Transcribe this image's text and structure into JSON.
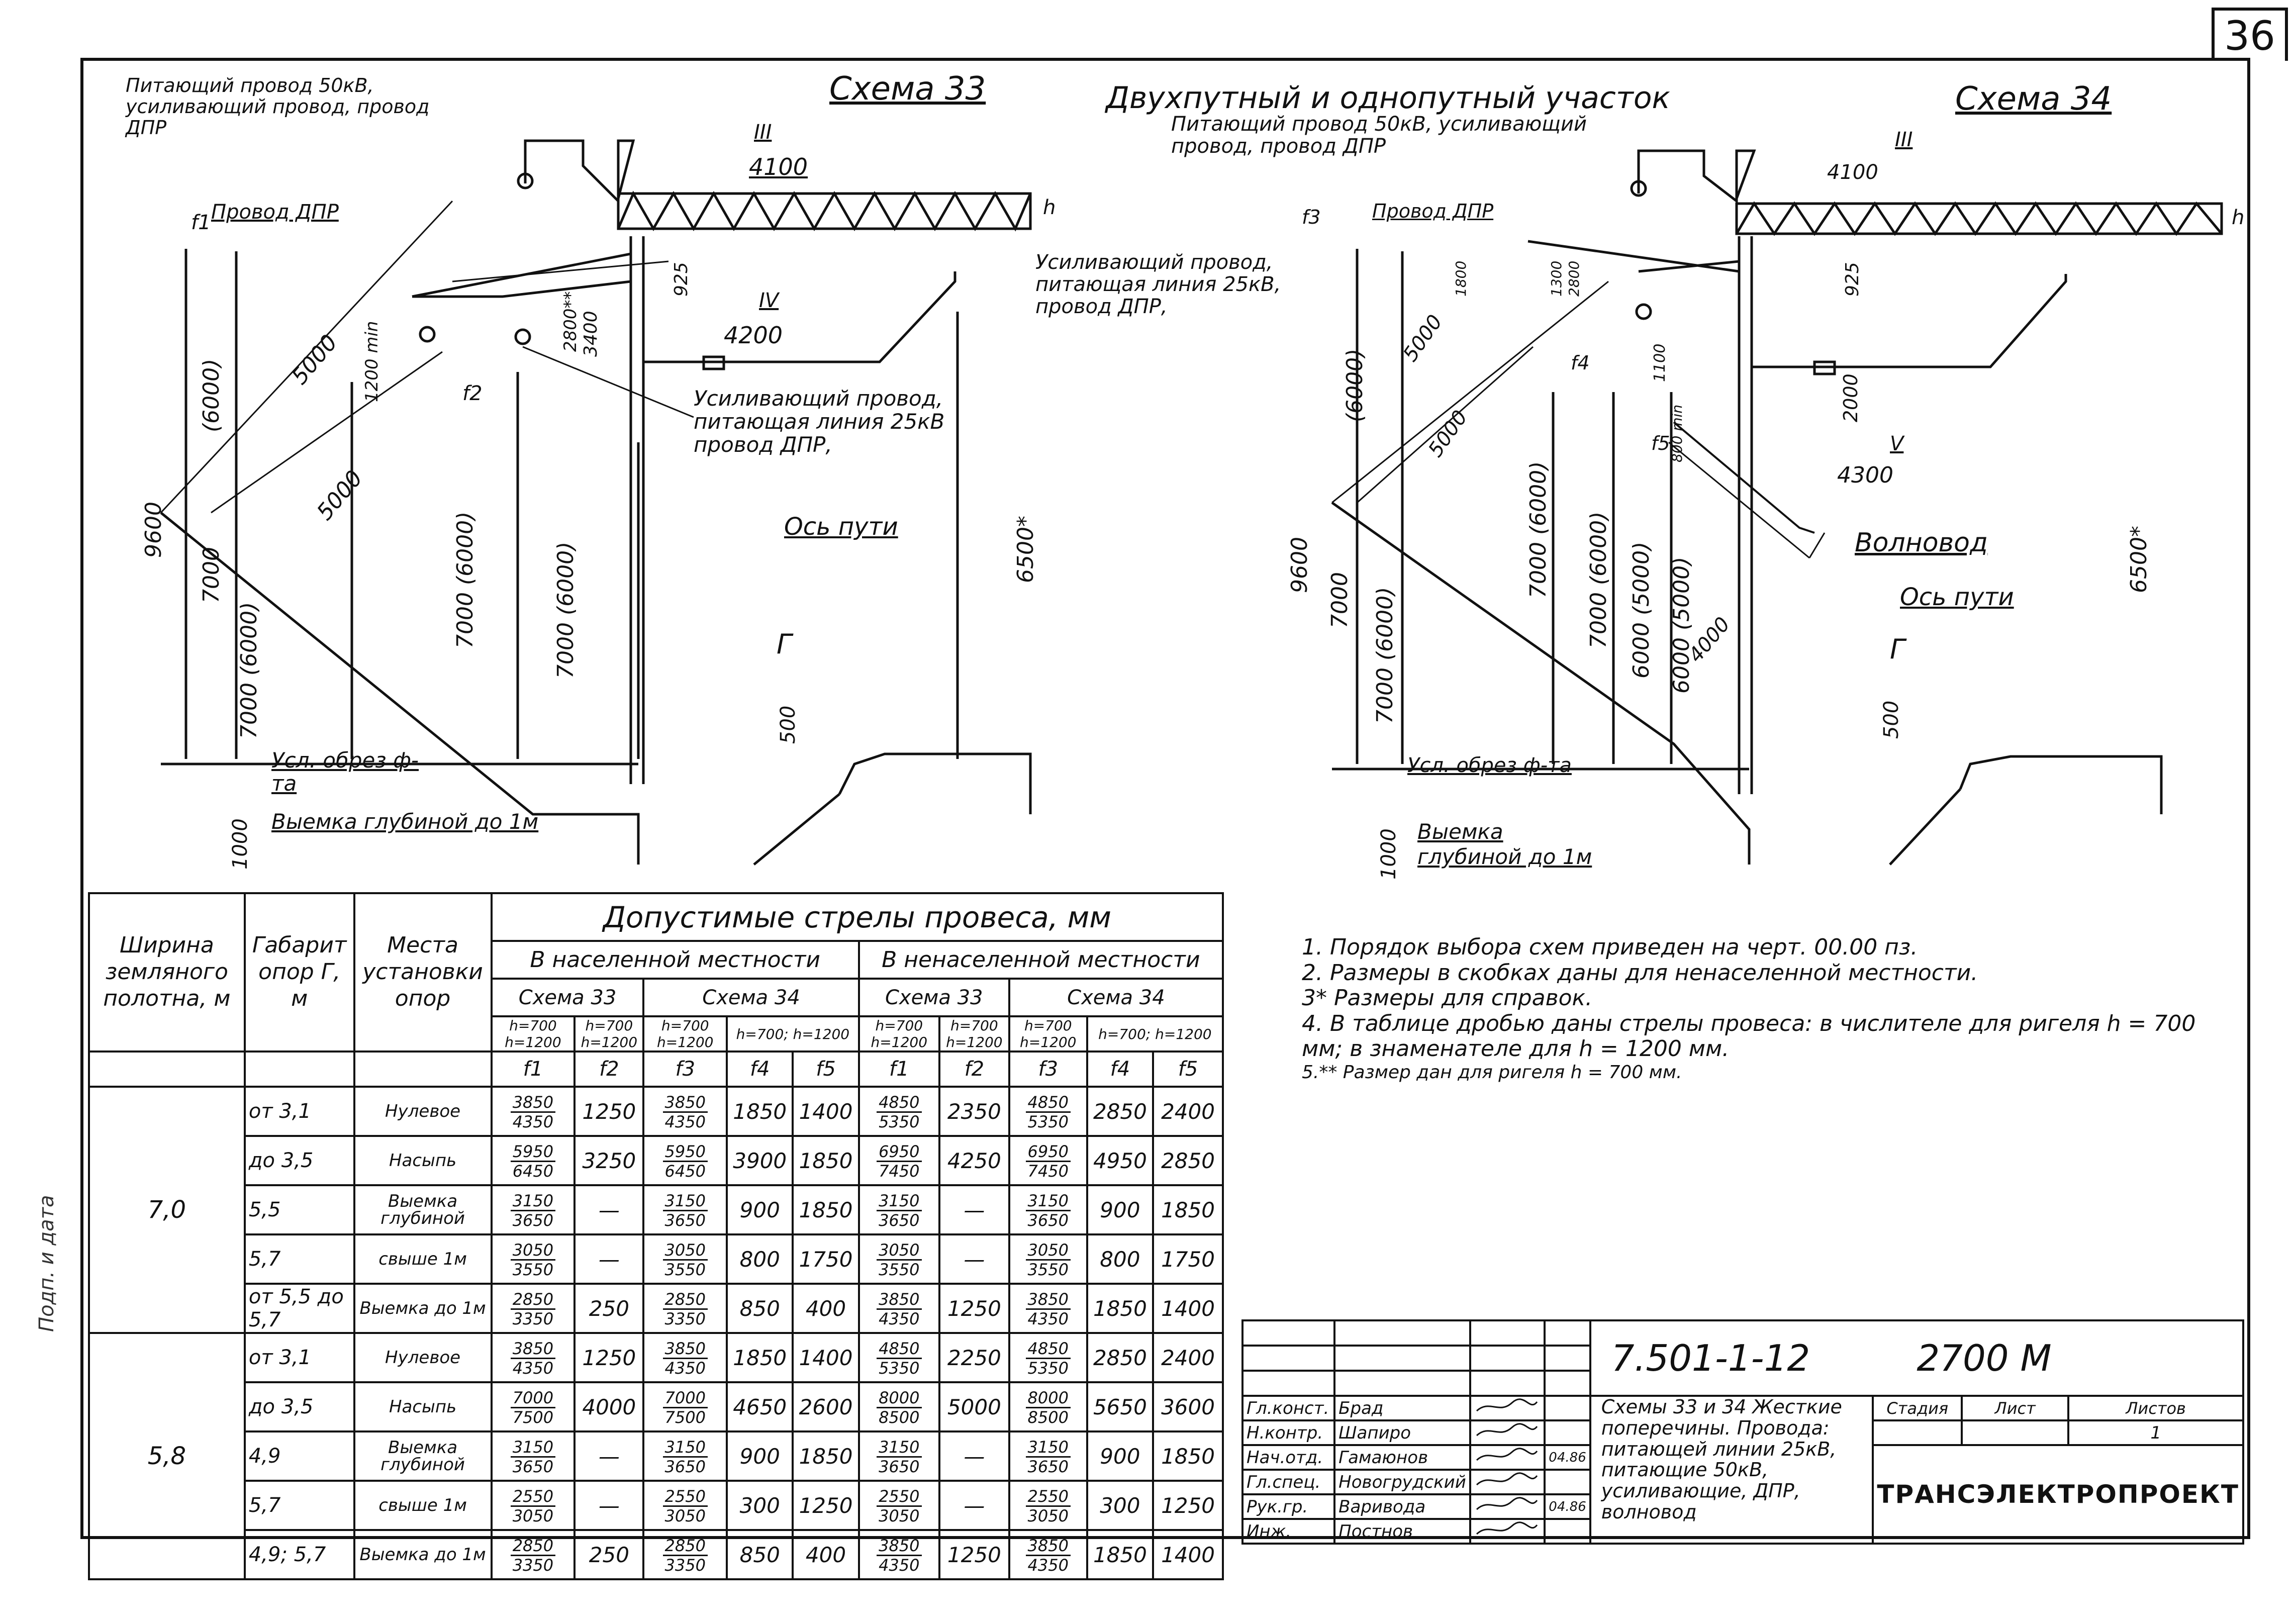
{
  "sheet": {
    "page_number": "36",
    "drawing_code": "7.501-1-12",
    "series_code": "2700 М",
    "organization": "ТРАНСЭЛЕКТРОПРОЕКТ",
    "stamp_title": "Схемы 33 и 34 Жесткие поперечины. Провода: питающей линии 25кВ, питающие 50кВ, усиливающие, ДПР, волновод",
    "stage_header": "Стадия",
    "sheet_header": "Лист",
    "sheets_header": "Листов",
    "sheet_value": "1",
    "side_label": "Подп. и дата"
  },
  "staff": [
    {
      "role": "Гл.конст.",
      "name": "Брад",
      "date": ""
    },
    {
      "role": "Н.контр.",
      "name": "Шапиро",
      "date": ""
    },
    {
      "role": "Нач.отд.",
      "name": "Гамаюнов",
      "date": "04.86"
    },
    {
      "role": "Гл.спец.",
      "name": "Новогрудский",
      "date": ""
    },
    {
      "role": "Рук.гр.",
      "name": "Варивода",
      "date": "04.86"
    },
    {
      "role": "Инж.",
      "name": "Постнов",
      "date": ""
    }
  ],
  "scheme33": {
    "title": "Схема 33",
    "feed_wire": "Питающий провод 50кВ, усиливающий провод, провод ДПР",
    "dpr": "Провод ДПР",
    "roman3": "III",
    "roman4": "IV",
    "dim_4100": "4100",
    "dim_4200": "4200",
    "boost": "Усиливающий провод, питающая линия 25кВ провод ДПР,",
    "axis": "Ось пути",
    "gamma": "Г",
    "cond": "Усл. обрез ф-та",
    "cut": "Выемка глубиной до 1м",
    "d9600": "9600",
    "d6000": "(6000)",
    "d7000": "7000",
    "d7000_6000": "7000 (6000)",
    "d5000": "5000",
    "d1200": "1200 min",
    "f1": "f1",
    "f2": "f2",
    "d925": "925",
    "d2800": "2800**",
    "d3400": "3400",
    "d500": "500",
    "d6500": "6500*",
    "d1000": "1000",
    "h": "h"
  },
  "scheme34": {
    "header": "Двухпутный и однопутный участок",
    "title": "Схема 34",
    "feed_wire": "Питающий провод 50кВ, усиливающий провод, провод ДПР",
    "dpr": "Провод ДПР",
    "boost": "Усиливающий провод, питающая линия 25кВ, провод ДПР,",
    "roman3": "III",
    "roman5": "V",
    "dim_4100": "4100",
    "dim_4300": "4300",
    "waveguide": "Волновод",
    "axis": "Ось пути",
    "gamma": "Г",
    "cond": "Усл. обрез ф-та",
    "cut": "Выемка глубиной до 1м",
    "d9600": "9600",
    "d6000": "(6000)",
    "d7000": "7000",
    "d7000_6000": "7000 (6000)",
    "d6000_5000": "6000 (5000)",
    "d5000": "5000",
    "d4000": "4000",
    "d2000": "2000",
    "d1100": "1100",
    "d800": "800 min",
    "d1300": "1300",
    "d2800": "2800",
    "d1800": "1800",
    "d925": "925",
    "d500": "500",
    "d6500": "6500*",
    "d1000": "1000",
    "f3": "f3",
    "f4": "f4",
    "f5": "f5",
    "h": "h"
  },
  "notes": [
    "1. Порядок выбора схем приведен на черт. 00.00 пз.",
    "2. Размеры в скобках даны для ненаселенной местности.",
    "3* Размеры для справок.",
    "4. В таблице дробью даны стрелы провеса: в числителе для ригеля h = 700 мм; в знаменателе для h = 1200 мм.",
    "5.** Размер дан для ригеля h = 700 мм."
  ],
  "table": {
    "title": "Допустимые стрелы провеса, мм",
    "col_width": "Ширина земляного полотна, м",
    "col_gabarit": "Габарит опор Г, м",
    "col_place": "Места установки опор",
    "populated": "В населенной местности",
    "unpopulated": "В ненаселенной местности",
    "s33": "Схема 33",
    "s34": "Схема 34",
    "h_both": "h=700 h=1200",
    "h_700": "h=700;",
    "h_1200": "h=1200",
    "f_heads": [
      "f1",
      "f2",
      "f3",
      "f4",
      "f5",
      "f1",
      "f2",
      "f3",
      "f4",
      "f5"
    ],
    "groups": [
      {
        "width": "7,0",
        "rows": [
          {
            "gab": "от 3,1",
            "place": "Нулевое",
            "c": [
              [
                "3850",
                "4350"
              ],
              "1250",
              [
                "3850",
                "4350"
              ],
              "1850",
              "1400",
              [
                "4850",
                "5350"
              ],
              "2350",
              [
                "4850",
                "5350"
              ],
              "2850",
              "2400"
            ]
          },
          {
            "gab": "до 3,5",
            "place": "Насыпь",
            "c": [
              [
                "5950",
                "6450"
              ],
              "3250",
              [
                "5950",
                "6450"
              ],
              "3900",
              "1850",
              [
                "6950",
                "7450"
              ],
              "4250",
              [
                "6950",
                "7450"
              ],
              "4950",
              "2850"
            ]
          },
          {
            "gab": "5,5",
            "place": "Выемка глубиной",
            "c": [
              [
                "3150",
                "3650"
              ],
              "—",
              [
                "3150",
                "3650"
              ],
              "900",
              "1850",
              [
                "3150",
                "3650"
              ],
              "—",
              [
                "3150",
                "3650"
              ],
              "900",
              "1850"
            ]
          },
          {
            "gab": "5,7",
            "place": "свыше 1м",
            "c": [
              [
                "3050",
                "3550"
              ],
              "—",
              [
                "3050",
                "3550"
              ],
              "800",
              "1750",
              [
                "3050",
                "3550"
              ],
              "—",
              [
                "3050",
                "3550"
              ],
              "800",
              "1750"
            ]
          },
          {
            "gab": "от 5,5 до 5,7",
            "place": "Выемка до 1м",
            "c": [
              [
                "2850",
                "3350"
              ],
              "250",
              [
                "2850",
                "3350"
              ],
              "850",
              "400",
              [
                "3850",
                "4350"
              ],
              "1250",
              [
                "3850",
                "4350"
              ],
              "1850",
              "1400"
            ]
          }
        ]
      },
      {
        "width": "5,8",
        "rows": [
          {
            "gab": "от 3,1",
            "place": "Нулевое",
            "c": [
              [
                "3850",
                "4350"
              ],
              "1250",
              [
                "3850",
                "4350"
              ],
              "1850",
              "1400",
              [
                "4850",
                "5350"
              ],
              "2250",
              [
                "4850",
                "5350"
              ],
              "2850",
              "2400"
            ]
          },
          {
            "gab": "до 3,5",
            "place": "Насыпь",
            "c": [
              [
                "7000",
                "7500"
              ],
              "4000",
              [
                "7000",
                "7500"
              ],
              "4650",
              "2600",
              [
                "8000",
                "8500"
              ],
              "5000",
              [
                "8000",
                "8500"
              ],
              "5650",
              "3600"
            ]
          },
          {
            "gab": "4,9",
            "place": "Выемка глубиной",
            "c": [
              [
                "3150",
                "3650"
              ],
              "—",
              [
                "3150",
                "3650"
              ],
              "900",
              "1850",
              [
                "3150",
                "3650"
              ],
              "—",
              [
                "3150",
                "3650"
              ],
              "900",
              "1850"
            ]
          },
          {
            "gab": "5,7",
            "place": "свыше 1м",
            "c": [
              [
                "2550",
                "3050"
              ],
              "—",
              [
                "2550",
                "3050"
              ],
              "300",
              "1250",
              [
                "2550",
                "3050"
              ],
              "—",
              [
                "2550",
                "3050"
              ],
              "300",
              "1250"
            ]
          },
          {
            "gab": "4,9; 5,7",
            "place": "Выемка до 1м",
            "c": [
              [
                "2850",
                "3350"
              ],
              "250",
              [
                "2850",
                "3350"
              ],
              "850",
              "400",
              [
                "3850",
                "4350"
              ],
              "1250",
              [
                "3850",
                "4350"
              ],
              "1850",
              "1400"
            ]
          }
        ]
      }
    ]
  }
}
